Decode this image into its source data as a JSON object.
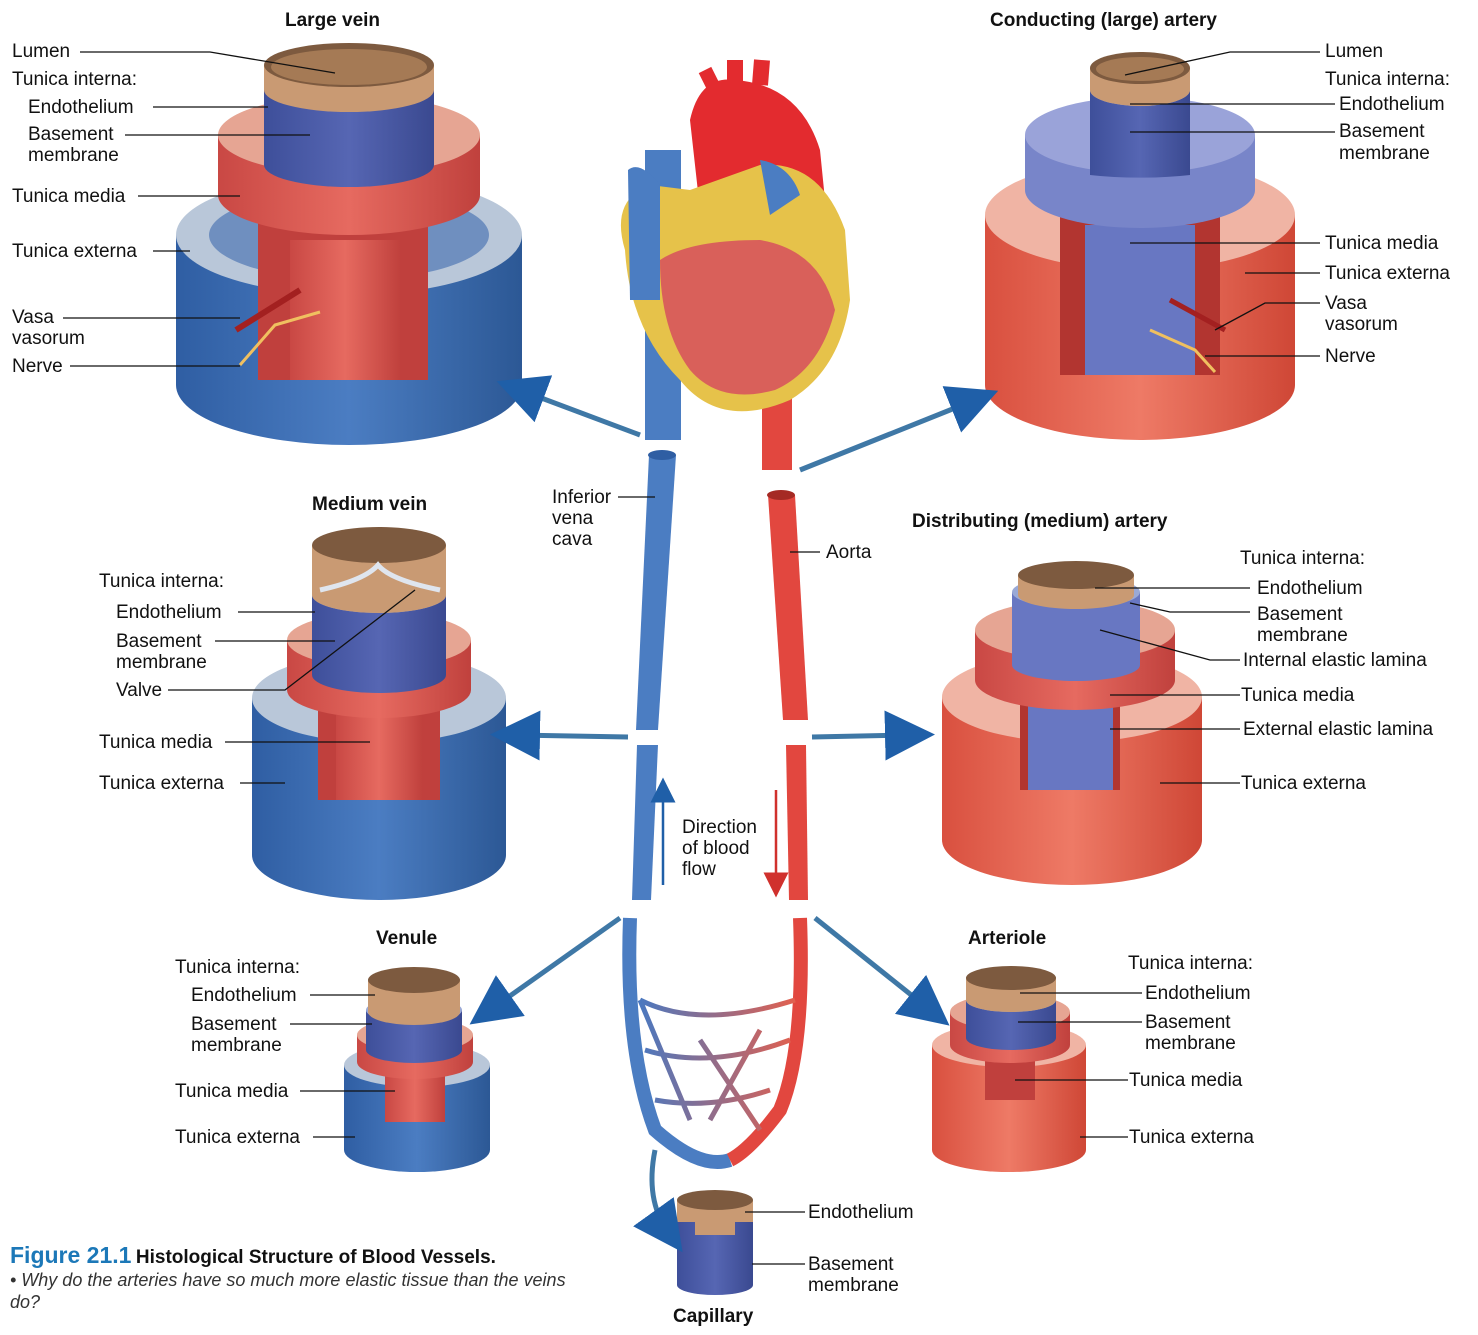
{
  "titles": {
    "large_vein": "Large vein",
    "large_artery": "Conducting (large) artery",
    "medium_vein": "Medium vein",
    "medium_artery": "Distributing (medium) artery",
    "venule": "Venule",
    "arteriole": "Arteriole",
    "capillary": "Capillary"
  },
  "large_vein": {
    "lumen": "Lumen",
    "tunica_interna": "Tunica interna:",
    "endothelium": "Endothelium",
    "basement": "Basement",
    "membrane": "membrane",
    "media": "Tunica media",
    "externa": "Tunica externa",
    "vasa": "Vasa",
    "vasorum": "vasorum",
    "nerve": "Nerve"
  },
  "large_artery": {
    "lumen": "Lumen",
    "tunica_interna": "Tunica interna:",
    "endothelium": "Endothelium",
    "basement": "Basement",
    "membrane": "membrane",
    "media": "Tunica media",
    "externa": "Tunica externa",
    "vasa": "Vasa",
    "vasorum": "vasorum",
    "nerve": "Nerve"
  },
  "medium_vein": {
    "tunica_interna": "Tunica interna:",
    "endothelium": "Endothelium",
    "basement": "Basement",
    "membrane": "membrane",
    "valve": "Valve",
    "media": "Tunica media",
    "externa": "Tunica externa"
  },
  "medium_artery": {
    "tunica_interna": "Tunica interna:",
    "endothelium": "Endothelium",
    "basement": "Basement",
    "membrane": "membrane",
    "internal_lamina": "Internal elastic lamina",
    "media": "Tunica media",
    "external_lamina": "External elastic lamina",
    "externa": "Tunica externa"
  },
  "venule": {
    "tunica_interna": "Tunica interna:",
    "endothelium": "Endothelium",
    "basement": "Basement",
    "membrane": "membrane",
    "media": "Tunica media",
    "externa": "Tunica externa"
  },
  "arteriole": {
    "tunica_interna": "Tunica interna:",
    "endothelium": "Endothelium",
    "basement": "Basement",
    "membrane": "membrane",
    "media": "Tunica media",
    "externa": "Tunica externa"
  },
  "capillary": {
    "endothelium": "Endothelium",
    "basement": "Basement",
    "membrane": "membrane"
  },
  "center": {
    "ivc_1": "Inferior",
    "ivc_2": "vena",
    "ivc_3": "cava",
    "aorta": "Aorta",
    "flow_1": "Direction",
    "flow_2": "of blood",
    "flow_3": "flow"
  },
  "caption": {
    "number": "Figure 21.1",
    "title": "Histological Structure of Blood Vessels.",
    "question": "• Why do the arteries have so much more elastic tissue than the veins do?"
  },
  "colors": {
    "vein": "#3d6db3",
    "artery": "#e2604f",
    "lumen": "#b38a66",
    "caption_blue": "#1c78b8"
  }
}
